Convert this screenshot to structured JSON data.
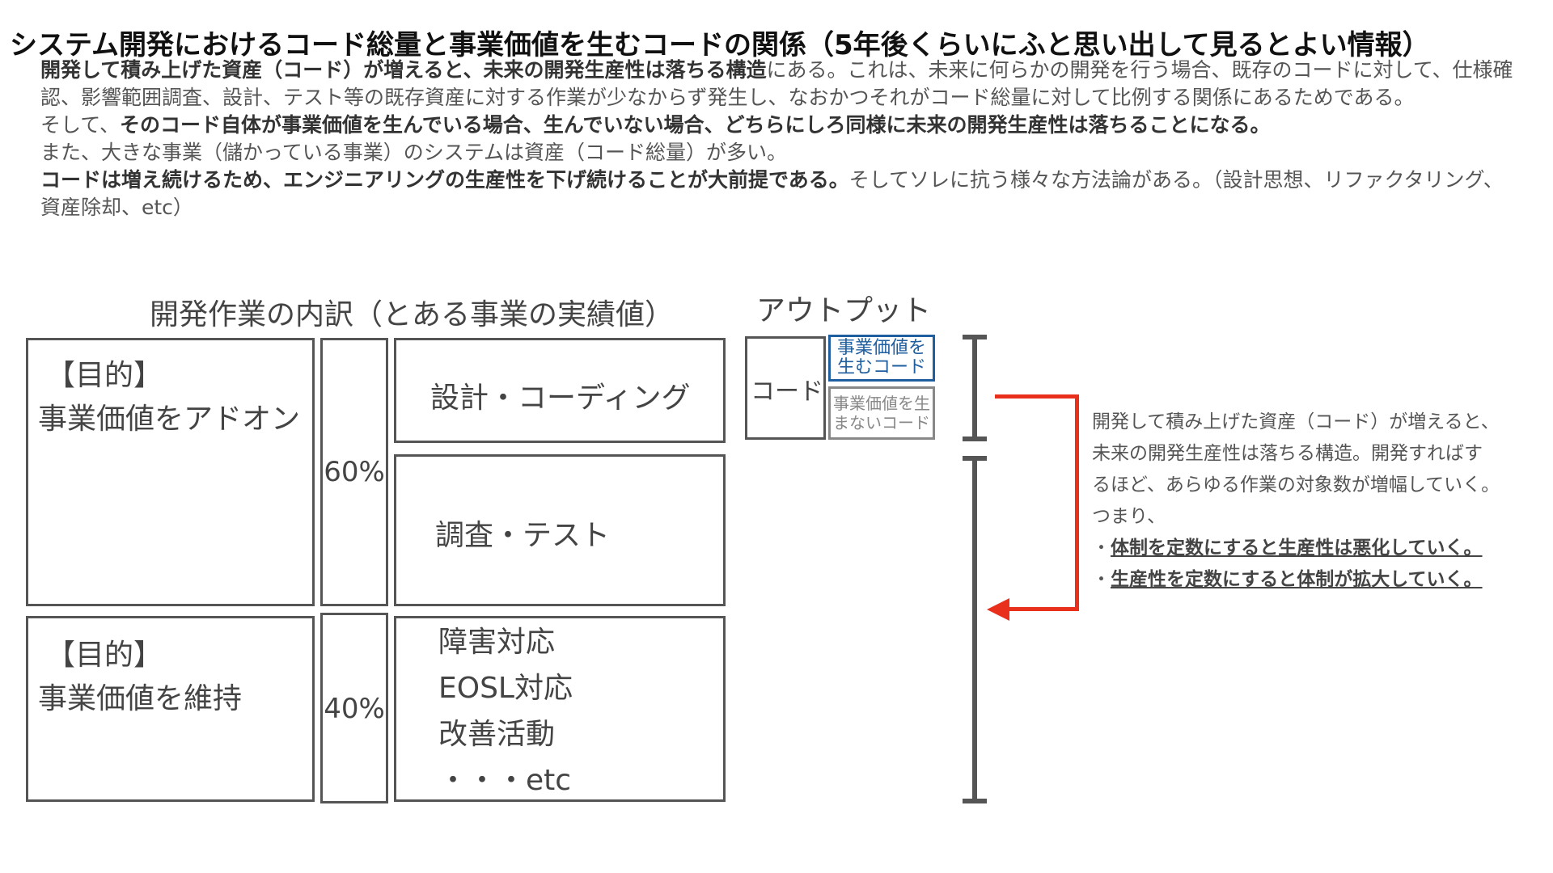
{
  "title": "システム開発におけるコード総量と事業価値を生むコードの関係（5年後くらいにふと思い出して見るとよい情報）",
  "intro": {
    "p1_bold": "開発して積み上げた資産（コード）が増えると、未来の開発生産性は落ちる構造",
    "p1_rest": "にある。これは、未来に何らかの開発を行う場合、既存のコードに対して、仕様確認、影響範囲調査、設計、テスト等の既存資産に対する作業が少なからず発生し、なおかつそれがコード総量に対して比例する関係にあるためである。",
    "p2_pre": "そして、",
    "p2_bold": "そのコード自体が事業価値を生んでいる場合、生んでいない場合、どちらにしろ同様に未来の開発生産性は落ちることになる。",
    "p3": "また、大きな事業（儲かっている事業）のシステムは資産（コード総量）が多い。",
    "p4_bold": "コードは増え続けるため、エンジニアリングの生産性を下げ続けることが大前提である。",
    "p4_rest": "そしてソレに抗う様々な方法論がある。（設計思想、リファクタリング、資産除却、etc）"
  },
  "work": {
    "title": "開発作業の内訳（とある事業の実績値）",
    "addon": {
      "tag": "【目的】",
      "text": "事業価値をアドオン",
      "pct": "60%"
    },
    "maintain": {
      "tag": "【目的】",
      "text": "事業価値を維持",
      "pct": "40%"
    },
    "design": "設計・コーディング",
    "research": "調査・テスト",
    "maintain_items": [
      "障害対応",
      "EOSL対応",
      "改善活動",
      "・・・etc"
    ]
  },
  "output": {
    "title": "アウトプット",
    "code": "コード",
    "value_code": "事業価値を生むコード",
    "nonvalue_code": "事業価値を生まないコード"
  },
  "side": {
    "lines": [
      "開発して積み上げた資産（コード）が増えると、",
      "未来の開発生産性は落ちる構造。開発すればす",
      "るほど、あらゆる作業の対象数が増幅していく。",
      "つまり、"
    ],
    "bullets": [
      "体制を定数にすると生産性は悪化していく。",
      "生産性を定数にすると体制が拡大していく。"
    ],
    "bullet_mark": "・"
  },
  "colors": {
    "accent_blue": "#1f5fa0",
    "arrow_red": "#e8301c",
    "border_gray": "#555555"
  }
}
